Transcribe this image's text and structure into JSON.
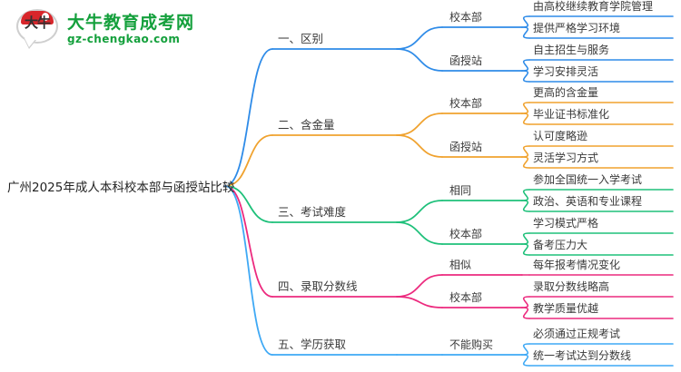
{
  "logo": {
    "mark_text": "大牛",
    "cn_name": "大牛教育成考网",
    "domain": "gz-chengkao.com",
    "brand_green": "#14a03c",
    "brand_red": "#d8262b"
  },
  "mindmap": {
    "root": "广州2025年成人本科校本部与函授站比较",
    "branches": [
      {
        "label": "一、区别",
        "color": "#2e8be8",
        "children": [
          {
            "label": "校本部",
            "leaves": [
              "由高校继续教育学院管理",
              "提供严格学习环境"
            ]
          },
          {
            "label": "函授站",
            "leaves": [
              "自主招生与服务",
              "学习安排灵活"
            ]
          }
        ]
      },
      {
        "label": "二、含金量",
        "color": "#f0a22e",
        "children": [
          {
            "label": "校本部",
            "leaves": [
              "更高的含金量",
              "毕业证书标准化"
            ]
          },
          {
            "label": "函授站",
            "leaves": [
              "认可度略逊",
              "灵活学习方式"
            ]
          }
        ]
      },
      {
        "label": "三、考试难度",
        "color": "#1ec07a",
        "children": [
          {
            "label": "相同",
            "leaves": [
              "参加全国统一入学考试",
              "政治、英语和专业课程"
            ]
          },
          {
            "label": "校本部",
            "leaves": [
              "学习模式严格",
              "备考压力大"
            ]
          }
        ]
      },
      {
        "label": "四、录取分数线",
        "color": "#ec2a7e",
        "children": [
          {
            "label": "相似",
            "leaves": [
              "每年报考情况变化"
            ]
          },
          {
            "label": "校本部",
            "leaves": [
              "录取分数线略高",
              "教学质量优越"
            ]
          }
        ]
      },
      {
        "label": "五、学历获取",
        "color": "#3fa9f5",
        "children": [
          {
            "label": "不能购买",
            "leaves": [
              "必须通过正规考试",
              "统一考试达到分数线"
            ]
          }
        ]
      }
    ]
  }
}
